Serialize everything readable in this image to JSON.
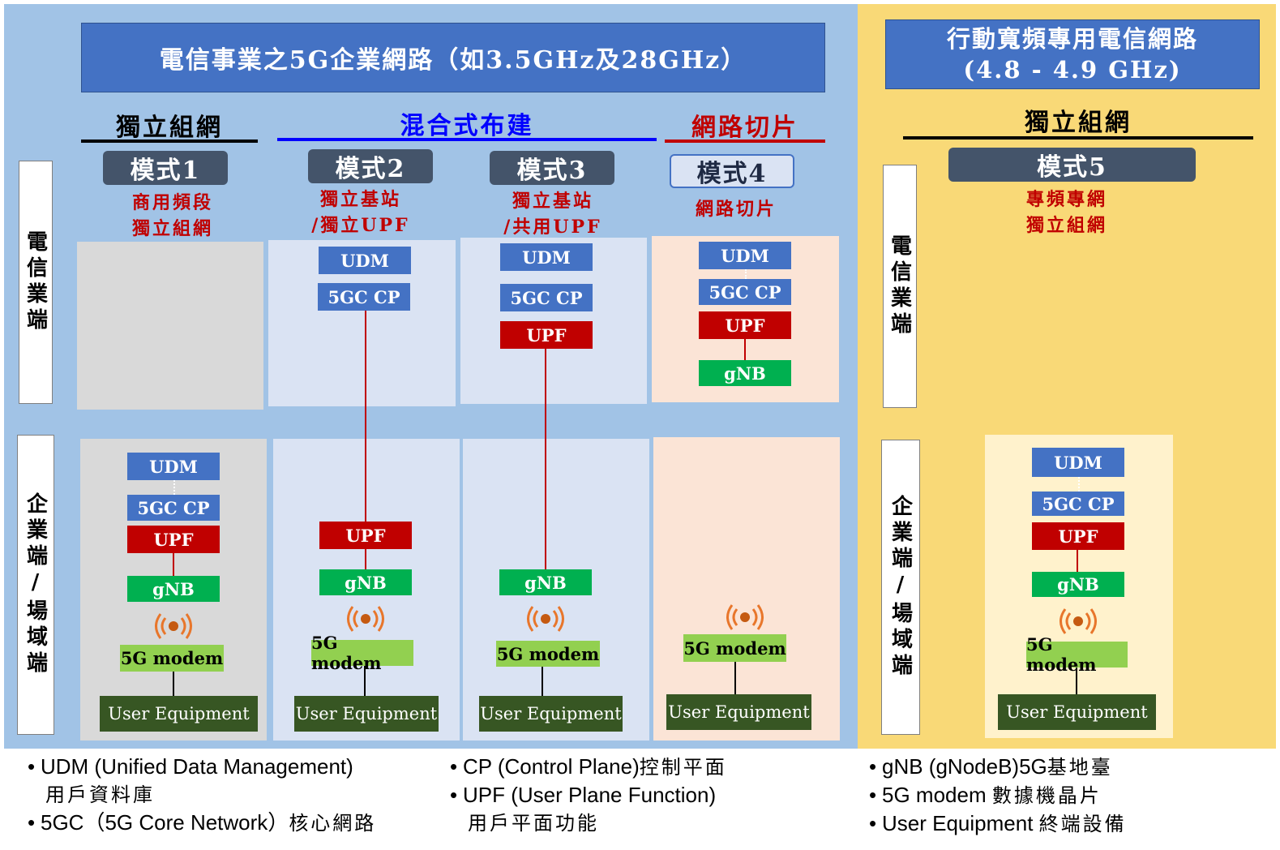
{
  "left_title": "電信事業之5G企業網路（如3.5GHz及28GHz）",
  "right_title": {
    "line1": "行動寬頻專用電信網路",
    "line2": "(4.8 - 4.9 GHz)"
  },
  "groups": {
    "standalone": "獨立組網",
    "hybrid": "混合式布建",
    "slicing": "網路切片",
    "standalone_right": "獨立組網"
  },
  "side_labels": {
    "telecom": "電信業端",
    "enterprise": "企業端/場域端"
  },
  "modes": [
    {
      "label": "模式1",
      "desc1": "商用頻段",
      "desc2": "獨立組網"
    },
    {
      "label": "模式2",
      "desc1": "獨立基站",
      "desc2": "/獨立UPF"
    },
    {
      "label": "模式3",
      "desc1": "獨立基站",
      "desc2": "/共用UPF"
    },
    {
      "label": "模式4",
      "desc1": "網路切片",
      "desc2": ""
    },
    {
      "label": "模式5",
      "desc1": "專頻專網",
      "desc2": "獨立組網"
    }
  ],
  "components": {
    "udm": "UDM",
    "cp": "5GC CP",
    "upf": "UPF",
    "gnb": "gNB",
    "modem": "5G modem",
    "ue": "User Equipment"
  },
  "legend": {
    "col1": {
      "item1": "UDM (Unified Data Management)",
      "item1_sub": "用戶資料庫",
      "item2": "5GC（5G Core Network）",
      "item2_sub": "核心網路"
    },
    "col2": {
      "item1": "CP (Control Plane)",
      "item1_sub": "控制平面",
      "item2": "UPF (User Plane Function)",
      "item2_sub": "用戶平面功能"
    },
    "col3": {
      "item1": "gNB (gNodeB)5G",
      "item1_sub": "基地臺",
      "item2": "5G modem ",
      "item2_sub": "數據機晶片",
      "item3": "User Equipment ",
      "item3_sub": "終端設備"
    }
  },
  "colors": {
    "banner": "#4472c4",
    "upf": "#c00000",
    "gnb": "#00b050",
    "modem": "#92d050",
    "ue": "#375623",
    "group_standalone": "#000000",
    "group_hybrid": "#0000ff",
    "group_slicing": "#c00000"
  },
  "icons": {
    "wireless": "wireless-signal-icon"
  }
}
